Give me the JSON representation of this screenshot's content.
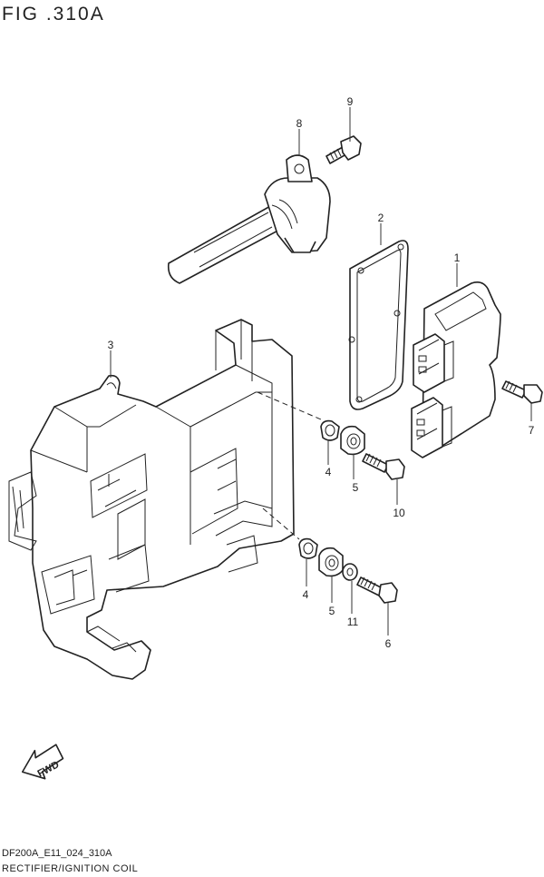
{
  "figure": {
    "title": "FIG .310A",
    "code": "DF200A_E11_024_310A",
    "caption": "RECTIFIER/IGNITION COIL"
  },
  "callouts": [
    "8",
    "9",
    "2",
    "1",
    "3",
    "7",
    "4",
    "5",
    "10",
    "4",
    "5",
    "11",
    "6"
  ],
  "direction_arrow": {
    "label": "FWD",
    "icon": "fwd-arrow-icon"
  }
}
